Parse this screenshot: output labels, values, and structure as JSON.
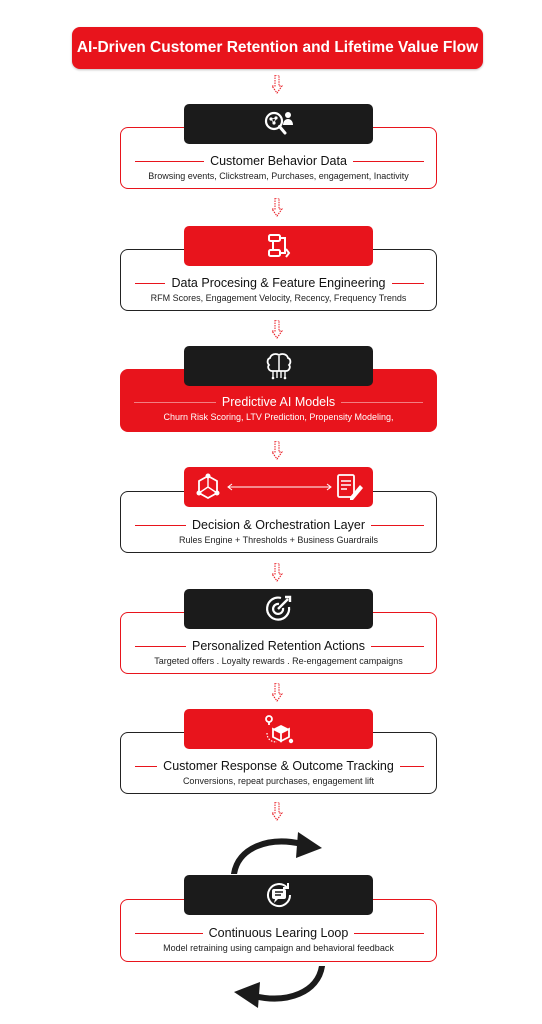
{
  "title": "AI-Driven Customer Retention and Lifetime Value Flow",
  "steps": [
    {
      "title": "Customer Behavior Data",
      "desc": "Browsing events, Clickstream, Purchases, engagement, Inactivity",
      "icon": "search-user-icon"
    },
    {
      "title": "Data Procesing & Feature Engineering",
      "desc": "RFM Scores, Engagement Velocity, Recency, Frequency Trends",
      "icon": "workflow-icon"
    },
    {
      "title": "Predictive AI Models",
      "desc": "Churn Risk Scoring, LTV Prediction, Propensity Modeling,",
      "icon": "ai-brain-icon"
    },
    {
      "title": "Decision & Orchestration Layer",
      "desc": "Rules Engine + Thresholds + Business Guardrails",
      "icon": "network-and-document-icon"
    },
    {
      "title": "Personalized Retention Actions",
      "desc": "Targeted offers . Loyalty rewards . Re-engagement campaigns",
      "icon": "target-icon"
    },
    {
      "title": "Customer Response & Outcome Tracking",
      "desc": "Conversions, repeat purchases, engagement lift",
      "icon": "delivery-box-icon"
    },
    {
      "title": "Continuous Learing Loop",
      "desc": "Model retraining using campaign and behavioral feedback",
      "icon": "chat-feedback-icon"
    }
  ],
  "colors": {
    "accent": "#e8141c",
    "dark": "#1b1b1b"
  }
}
